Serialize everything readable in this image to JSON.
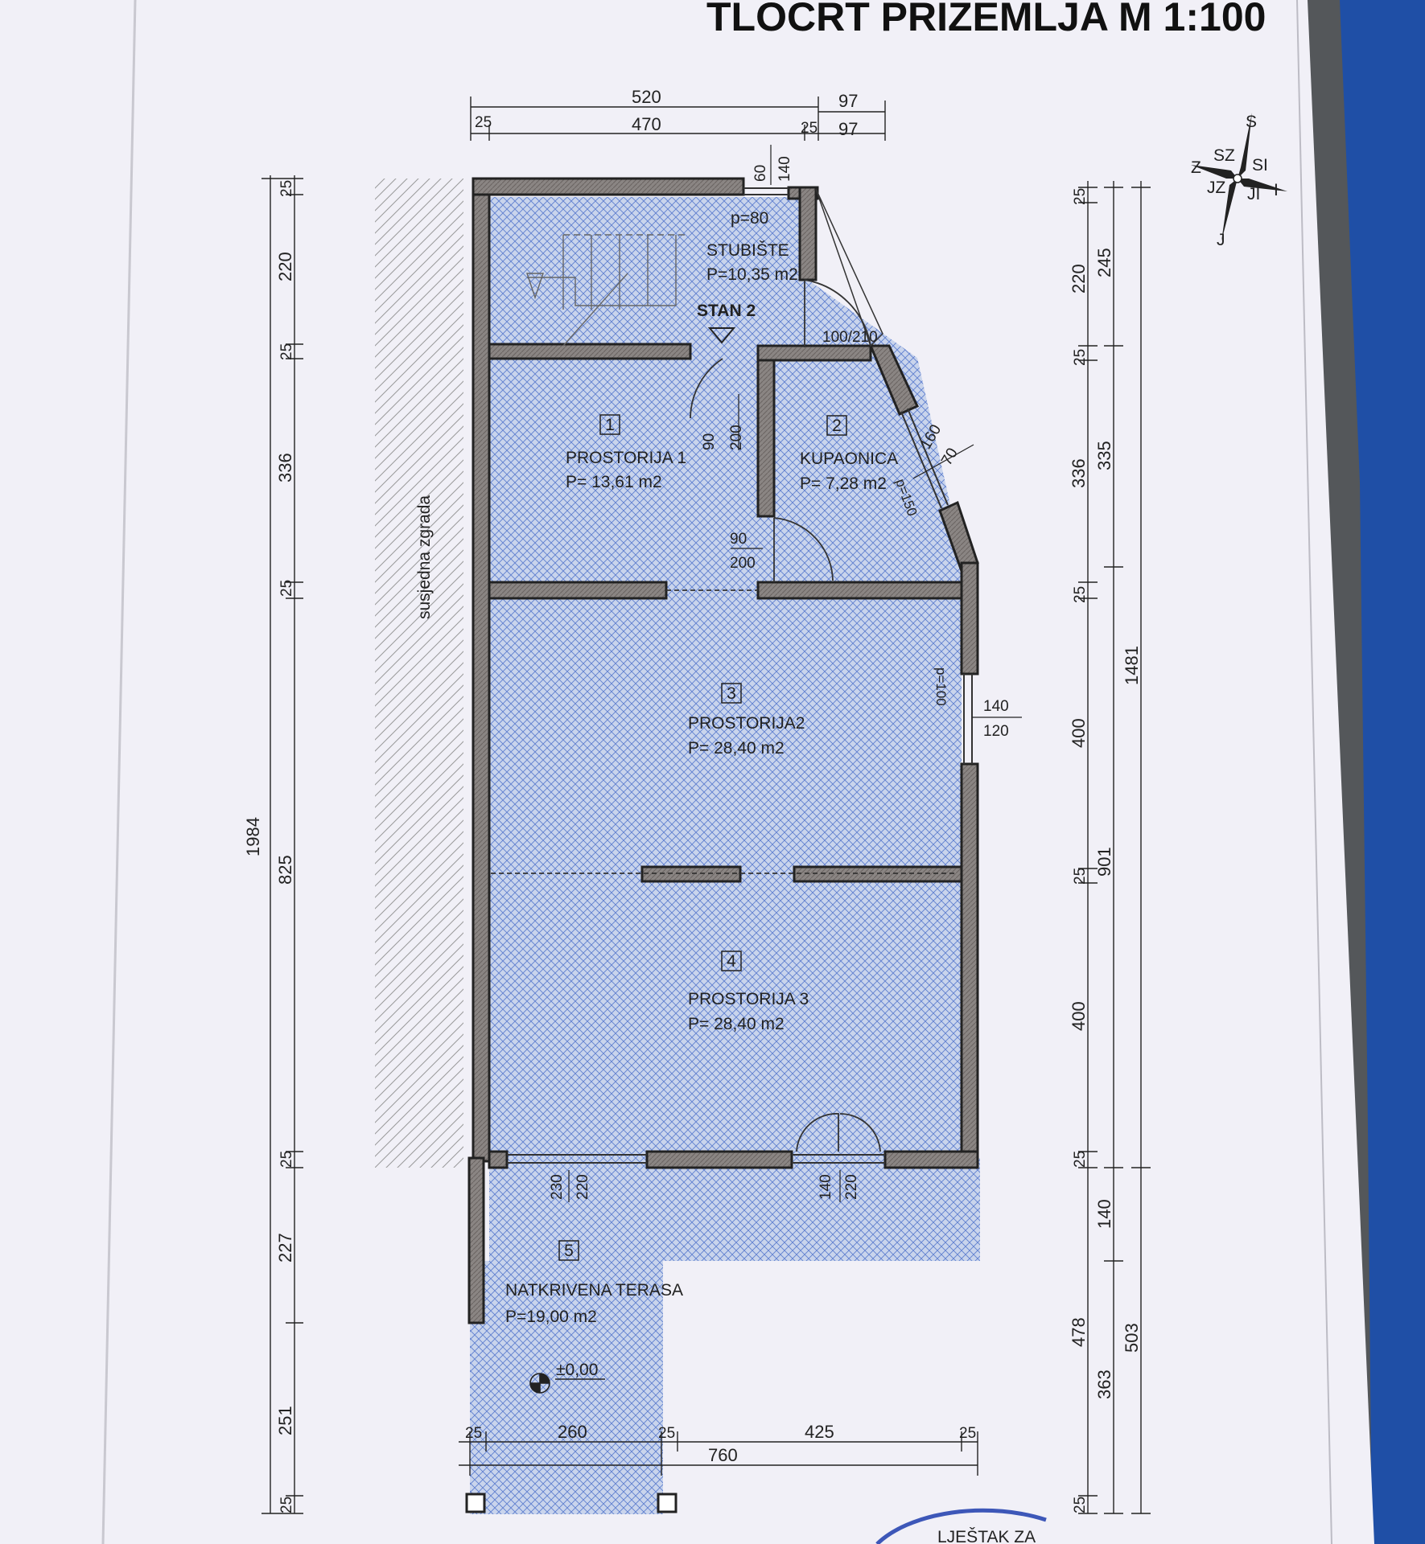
{
  "title": "TLOCRT PRIZEMLJA  M 1:100",
  "neighbor_label": "susjedna zgrada",
  "entrance_label": "STAN 2",
  "level_mark": "±0,00",
  "stamp_text": "LJEŠTAK ZA",
  "compass": {
    "n": "S",
    "s": "J",
    "e": "I",
    "w": "Z",
    "ne": "SI",
    "nw": "SZ",
    "se": "JI",
    "sw": "JZ"
  },
  "rooms": [
    {
      "num": "1",
      "name": "PROSTORIJA 1",
      "area": "P= 13,61 m2"
    },
    {
      "num": "2",
      "name": "KUPAONICA",
      "area": "P= 7,28 m2"
    },
    {
      "num": "3",
      "name": "PROSTORIJA2",
      "area": "P= 28,40 m2"
    },
    {
      "num": "4",
      "name": "PROSTORIJA 3",
      "area": "P= 28,40 m2"
    },
    {
      "num": "5",
      "name": "NATKRIVENA TERASA",
      "area": "P=19,00 m2"
    }
  ],
  "stair": {
    "name": "STUBIŠTE",
    "area": "P=10,35 m2",
    "parapet": "p=80"
  },
  "openings": {
    "door_main": "100/210",
    "win_stair_a": "60",
    "win_stair_b": "140",
    "door1_a": "90",
    "door1_b": "200",
    "door2_a": "90",
    "door2_b": "200",
    "win_bath_a": "160",
    "win_bath_b": "70",
    "win_bath_p": "p=150",
    "win_r2_a": "140",
    "win_r2_b": "120",
    "win_r2_p": "p=100",
    "terrace_a1": "230",
    "terrace_a2": "220",
    "terrace_b1": "140",
    "terrace_b2": "220"
  },
  "dims_top": {
    "d1": "520",
    "d2": "97",
    "d3": "25",
    "d4": "470",
    "d5": "25",
    "d6": "97"
  },
  "dims_left_outer": "1984",
  "dims_left": [
    "25",
    "220",
    "25",
    "336",
    "25",
    "825",
    "25",
    "227",
    "251",
    "25"
  ],
  "dims_right": [
    "25",
    "220",
    "25",
    "336",
    "25",
    "400",
    "25",
    "400",
    "25",
    "478",
    "25"
  ],
  "dims_right2": [
    "245",
    "335",
    "901",
    "140",
    "363"
  ],
  "dims_right3": [
    "1481",
    "503"
  ],
  "dims_bottom": {
    "b1": "25",
    "b2": "260",
    "b3": "25",
    "b4": "425",
    "b5": "25",
    "b6": "760"
  }
}
